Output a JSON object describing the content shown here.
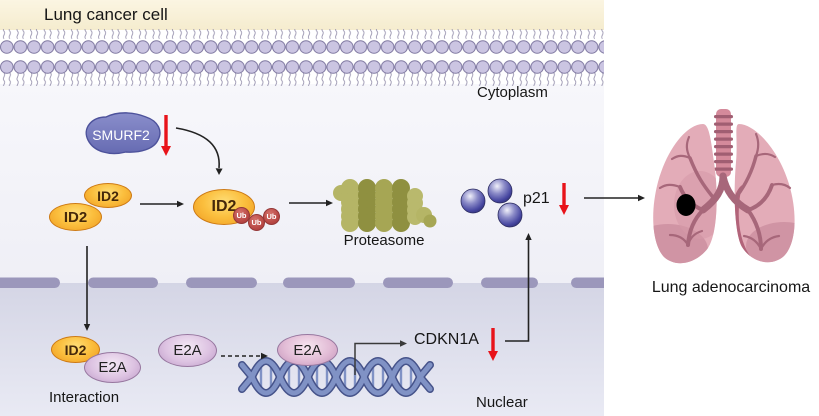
{
  "header": {
    "title": "Lung cancer cell"
  },
  "labels": {
    "cytoplasm": "Cytoplasm",
    "nuclear": "Nuclear",
    "proteasome": "Proteasome",
    "interaction": "Interaction",
    "outcome": "Lung adenocarcinoma"
  },
  "molecules": {
    "smurf2": "SMURF2",
    "id2": "ID2",
    "e2a": "E2A",
    "ub": "Ub",
    "p21": "p21",
    "cdkn1a": "CDKN1A"
  },
  "colors": {
    "down_arrow_red": "#e8131a",
    "black_arrow": "#222222",
    "cell_band_cream": "#f8f0d8",
    "membrane_lipid": "#cbc5e2",
    "nuclear_membrane": "#9b97bb",
    "id2_orange": "#f9b23a",
    "e2a_lavender": "#ddc3e2",
    "smurf2_purple": "#767bbd",
    "ub_red": "#b84744",
    "proteasome_olive": "#a2a24f",
    "p21_sphere_blue": "#4646a0",
    "dna_blue": "#8092c5",
    "lung_pink": "#e3acb8",
    "bronchi_mauve": "#a7677a",
    "tumor_black": "#000000"
  }
}
